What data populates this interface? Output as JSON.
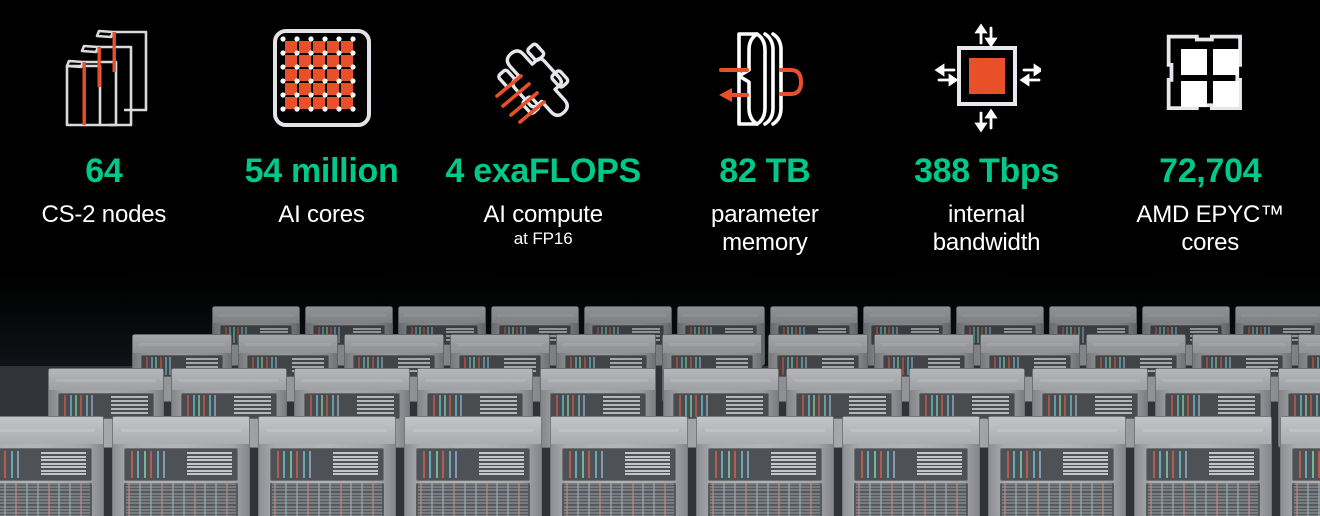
{
  "theme": {
    "background": "#000000",
    "accent_green": "#00C88B",
    "accent_orange": "#E8502A",
    "text_white": "#FFFFFF"
  },
  "stats": [
    {
      "icon": "stacked-cs2-cabinets-icon",
      "value": "64",
      "label": "CS-2 nodes",
      "sub": ""
    },
    {
      "icon": "chip-core-grid-icon",
      "value": "54 million",
      "label": "AI cores",
      "sub": ""
    },
    {
      "icon": "race-car-speed-icon",
      "value": "4 exaFLOPS",
      "label": "AI compute",
      "sub": "at FP16"
    },
    {
      "icon": "memory-sheets-arrow-icon",
      "value": "82 TB",
      "label": "parameter\nmemory",
      "sub": ""
    },
    {
      "icon": "bandwidth-arrows-chip-icon",
      "value": "388 Tbps",
      "label": "internal\nbandwidth",
      "sub": ""
    },
    {
      "icon": "cpu-quad-core-icon",
      "value": "72,704",
      "label": "AMD EPYC™\ncores",
      "sub": ""
    }
  ],
  "photo": {
    "description": "server-rack-array",
    "rows": 4
  }
}
